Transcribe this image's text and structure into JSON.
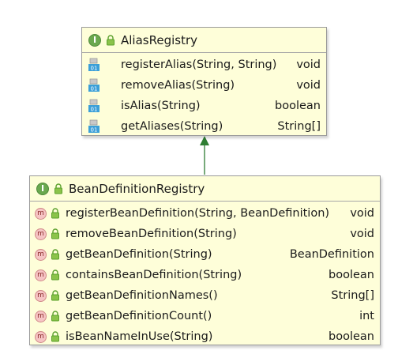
{
  "alias_registry": {
    "stereotype_icon": "interface-icon",
    "stereotype_letter": "I",
    "title": "AliasRegistry",
    "members": [
      {
        "icon": "method-field-icon",
        "name": "registerAlias(String, String)",
        "type": "void"
      },
      {
        "icon": "method-field-icon",
        "name": "removeAlias(String)",
        "type": "void"
      },
      {
        "icon": "method-field-icon",
        "name": "isAlias(String)",
        "type": "boolean"
      },
      {
        "icon": "method-field-icon",
        "name": "getAliases(String)",
        "type": "String[]"
      }
    ]
  },
  "bean_definition_registry": {
    "stereotype_icon": "interface-icon",
    "stereotype_letter": "I",
    "title": "BeanDefinitionRegistry",
    "method_letter": "m",
    "members": [
      {
        "icon": "method-icon",
        "name": "registerBeanDefinition(String, BeanDefinition)",
        "type": "void"
      },
      {
        "icon": "method-icon",
        "name": "removeBeanDefinition(String)",
        "type": "void"
      },
      {
        "icon": "method-icon",
        "name": "getBeanDefinition(String)",
        "type": "BeanDefinition"
      },
      {
        "icon": "method-icon",
        "name": "containsBeanDefinition(String)",
        "type": "boolean"
      },
      {
        "icon": "method-icon",
        "name": "getBeanDefinitionNames()",
        "type": "String[]"
      },
      {
        "icon": "method-icon",
        "name": "getBeanDefinitionCount()",
        "type": "int"
      },
      {
        "icon": "method-icon",
        "name": "isBeanNameInUse(String)",
        "type": "boolean"
      }
    ]
  },
  "relationship": {
    "type": "extends",
    "from": "BeanDefinitionRegistry",
    "to": "AliasRegistry"
  },
  "colors": {
    "box_fill": "#fefed9",
    "interface_icon": "#6aa84f",
    "method_icon": "#f6c4c4",
    "arrow": "#2e7d32",
    "lock": "#5aa02c"
  }
}
